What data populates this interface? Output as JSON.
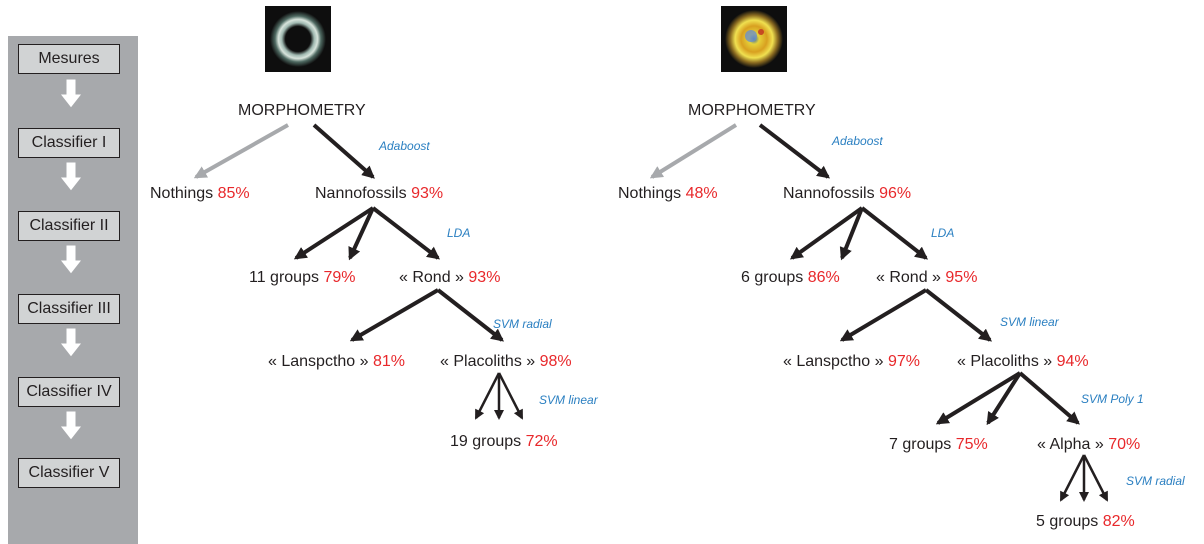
{
  "sidebar": {
    "steps": [
      {
        "label": "Mesures"
      },
      {
        "label": "Classifier I"
      },
      {
        "label": "Classifier II"
      },
      {
        "label": "Classifier III"
      },
      {
        "label": "Classifier IV"
      },
      {
        "label": "Classifier V"
      }
    ]
  },
  "left_tree": {
    "root": "MORPHOMETRY",
    "algo1": "Adaboost",
    "nothings": {
      "label": "Nothings",
      "pct": "85%"
    },
    "nannofossils": {
      "label": "Nannofossils",
      "pct": "93%"
    },
    "algo2": "LDA",
    "groups_a": {
      "label": "11 groups",
      "pct": "79%"
    },
    "rond": {
      "label": "« Rond »",
      "pct": "93%"
    },
    "algo3": "SVM radial",
    "lanspctho": {
      "label": "« Lanspctho »",
      "pct": "81%"
    },
    "placoliths": {
      "label": "« Placoliths »",
      "pct": "98%"
    },
    "algo4": "SVM linear",
    "groups_b": {
      "label": "19 groups",
      "pct": "72%"
    }
  },
  "right_tree": {
    "root": "MORPHOMETRY",
    "algo1": "Adaboost",
    "nothings": {
      "label": "Nothings",
      "pct": "48%"
    },
    "nannofossils": {
      "label": "Nannofossils",
      "pct": "96%"
    },
    "algo2": "LDA",
    "groups_a": {
      "label": "6 groups",
      "pct": "86%"
    },
    "rond": {
      "label": "« Rond »",
      "pct": "95%"
    },
    "algo3": "SVM linear",
    "lanspctho": {
      "label": "« Lanspctho »",
      "pct": "97%"
    },
    "placoliths": {
      "label": "« Placoliths »",
      "pct": "94%"
    },
    "algo4": "SVM Poly 1",
    "groups_b": {
      "label": "7 groups",
      "pct": "75%"
    },
    "alpha": {
      "label": "« Alpha »",
      "pct": "70%"
    },
    "algo5": "SVM radial",
    "groups_c": {
      "label": "5 groups",
      "pct": "82%"
    }
  },
  "colors": {
    "percent": "#e8282b",
    "algorithm": "#2a7fc1",
    "edge": "#231f20",
    "rejected_edge": "#a7a9ac",
    "sidebar": "#a7a9ac"
  }
}
